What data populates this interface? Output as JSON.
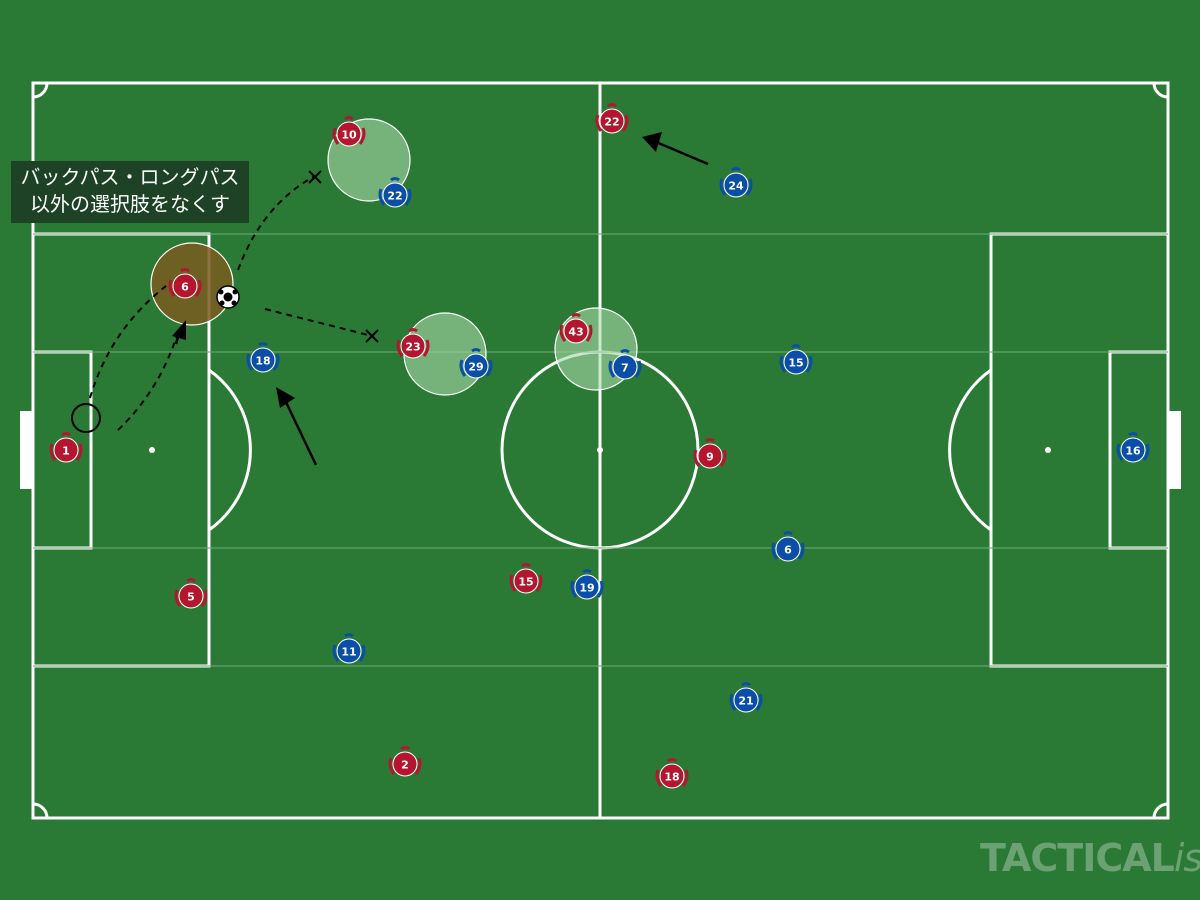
{
  "annotation": {
    "line1": "バックパス・ロングパス",
    "line2": "以外の選択肢をなくす"
  },
  "brand": {
    "main": "TACTICAL",
    "suffix": "ista"
  },
  "colors": {
    "pitch": "#2a7a35",
    "stripe": "#2f8239",
    "home_team": "#b3162e",
    "away_team": "#0b4ea8",
    "pressure_zone": "#a8d8a8",
    "ball_holder_zone": "#7a5a1e"
  },
  "players": {
    "red": [
      {
        "number": "1"
      },
      {
        "number": "6"
      },
      {
        "number": "5"
      },
      {
        "number": "10"
      },
      {
        "number": "23"
      },
      {
        "number": "43"
      },
      {
        "number": "22"
      },
      {
        "number": "9"
      },
      {
        "number": "15"
      },
      {
        "number": "2"
      },
      {
        "number": "18"
      }
    ],
    "blue": [
      {
        "number": "22"
      },
      {
        "number": "18"
      },
      {
        "number": "29"
      },
      {
        "number": "7"
      },
      {
        "number": "24"
      },
      {
        "number": "15"
      },
      {
        "number": "16"
      },
      {
        "number": "6"
      },
      {
        "number": "19"
      },
      {
        "number": "11"
      },
      {
        "number": "21"
      }
    ]
  }
}
